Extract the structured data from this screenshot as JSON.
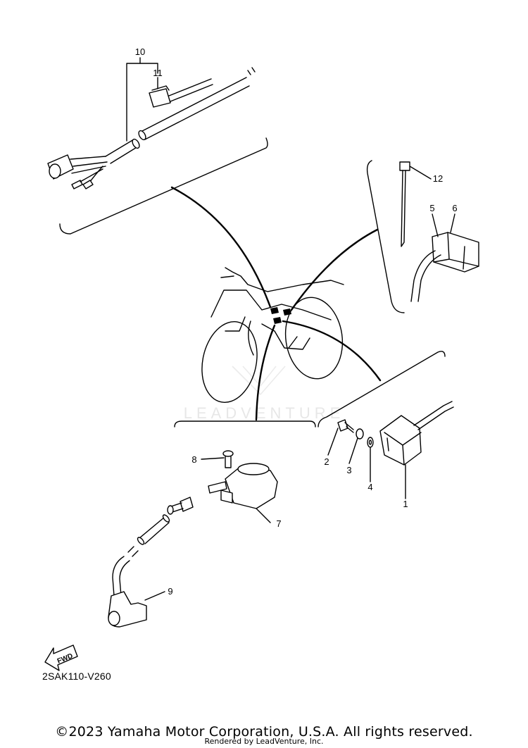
{
  "diagram": {
    "callouts": {
      "c1": "1",
      "c2": "2",
      "c3": "3",
      "c4": "4",
      "c5": "5",
      "c6": "6",
      "c7": "7",
      "c8": "8",
      "c9": "9",
      "c10": "10",
      "c11": "11",
      "c12": "12"
    },
    "fwd_label": "FWD",
    "watermark": "LEADVENTURE"
  },
  "diagram_code": "2SAK110-V260",
  "copyright": "©2023 Yamaha Motor Corporation, U.S.A. All rights reserved.",
  "rendered_by": "Rendered by LeadVenture, Inc."
}
